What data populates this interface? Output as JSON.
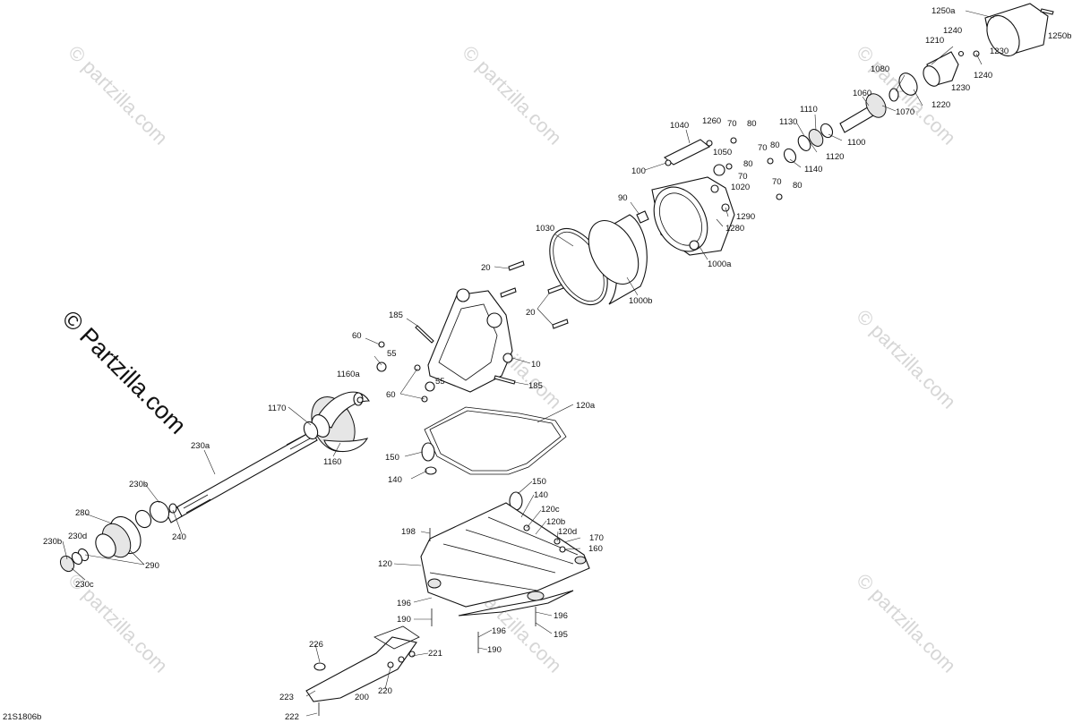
{
  "diagram_code": "21S1806b",
  "watermark_main": "© Partzilla.com",
  "watermark_repeat": "© partzilla.com",
  "part_labels": [
    "1250a",
    "1250b",
    "1240",
    "1240",
    "1210",
    "1230",
    "1230",
    "1080",
    "1220",
    "1060",
    "1070",
    "1040",
    "1260",
    "70",
    "80",
    "1130",
    "1110",
    "1100",
    "70",
    "80",
    "1120",
    "1140",
    "1050",
    "80",
    "70",
    "1020",
    "100",
    "70",
    "80",
    "90",
    "1290",
    "1280",
    "1000a",
    "1030",
    "1000b",
    "20",
    "20",
    "185",
    "10",
    "185",
    "60",
    "55",
    "1160a",
    "60",
    "55",
    "120a",
    "1170",
    "1160",
    "150",
    "140",
    "230a",
    "150",
    "140",
    "230b",
    "120c",
    "120b",
    "198",
    "120d",
    "170",
    "160",
    "280",
    "230d",
    "240",
    "230b",
    "290",
    "120",
    "230c",
    "196",
    "196",
    "190",
    "196",
    "195",
    "190",
    "226",
    "221",
    "223",
    "220",
    "200",
    "222"
  ]
}
